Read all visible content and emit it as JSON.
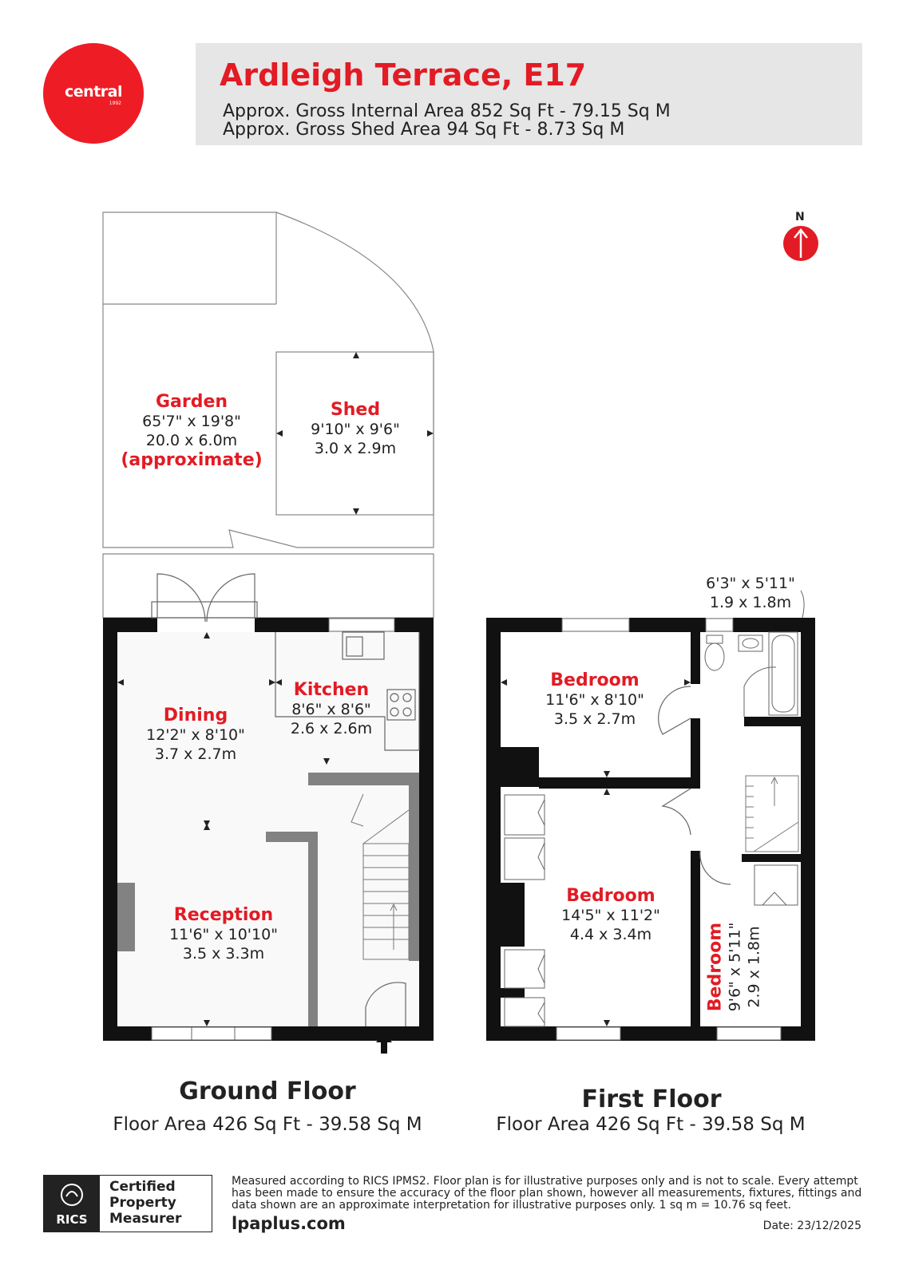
{
  "brand": {
    "logo_text": "central",
    "logo_year": "1992",
    "color": "#ee1c25"
  },
  "header": {
    "title": "Ardleigh Terrace, E17",
    "gross_internal": "Approx. Gross Internal Area 852 Sq Ft - 79.15 Sq M",
    "gross_shed": "Approx. Gross Shed Area 94 Sq Ft - 8.73 Sq M"
  },
  "compass": {
    "label": "N"
  },
  "rooms": {
    "garden": {
      "name": "Garden",
      "imperial": "65'7\" x 19'8\"",
      "metric": "20.0 x 6.0m",
      "note": "(approximate)"
    },
    "shed": {
      "name": "Shed",
      "imperial": "9'10\" x 9'6\"",
      "metric": "3.0 x 2.9m"
    },
    "kitchen": {
      "name": "Kitchen",
      "imperial": "8'6\" x 8'6\"",
      "metric": "2.6 x 2.6m"
    },
    "dining": {
      "name": "Dining",
      "imperial": "12'2\" x 8'10\"",
      "metric": "3.7 x 2.7m"
    },
    "reception": {
      "name": "Reception",
      "imperial": "11'6\" x 10'10\"",
      "metric": "3.5 x 3.3m"
    },
    "bedroom1": {
      "name": "Bedroom",
      "imperial": "11'6\" x 8'10\"",
      "metric": "3.5 x 2.7m"
    },
    "bedroom2": {
      "name": "Bedroom",
      "imperial": "14'5\" x 11'2\"",
      "metric": "4.4 x 3.4m"
    },
    "bedroom3": {
      "name": "Bedroom",
      "imperial": "9'6\" x 5'11\"",
      "metric": "2.9 x 1.8m"
    },
    "bathroom": {
      "imperial": "6'3\" x 5'11\"",
      "metric": "1.9 x 1.8m"
    }
  },
  "floors": {
    "ground": {
      "title": "Ground Floor",
      "area": "Floor Area 426 Sq Ft - 39.58 Sq M"
    },
    "first": {
      "title": "First Floor",
      "area": "Floor Area 426 Sq Ft - 39.58 Sq M"
    }
  },
  "footer": {
    "rics_text": "RICS",
    "badge_line1": "Certified",
    "badge_line2": "Property",
    "badge_line3": "Measurer",
    "disclaimer": "Measured according to RICS IPMS2. Floor plan is for illustrative purposes only and is not to scale. Every attempt has been made to ensure the accuracy of the floor plan shown, however all measurements, fixtures, fittings and data shown are an approximate interpretation for illustrative purposes only. 1 sq m = 10.76 sq feet.",
    "website": "lpaplus.com",
    "date": "Date: 23/12/2025"
  }
}
